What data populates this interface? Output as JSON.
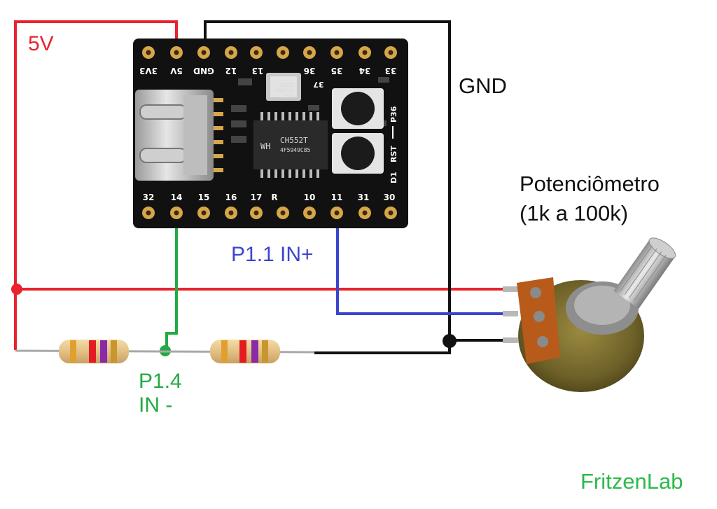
{
  "labels": {
    "supply": "5V",
    "ground": "GND",
    "potentiometer_line1": "Potenciômetro",
    "potentiometer_line2": "(1k a 100k)",
    "input_plus": "P1.1 IN+",
    "input_minus_line1": "P1.4",
    "input_minus_line2": "IN -",
    "brand": "FritzenLab"
  },
  "board": {
    "top_pins": [
      "3V3",
      "5V",
      "GND",
      "12",
      "13",
      "36",
      "35",
      "34",
      "33"
    ],
    "bottom_pins": [
      "32",
      "14",
      "15",
      "16",
      "17",
      "R",
      "10",
      "11",
      "31",
      "30"
    ],
    "chip_text_1": "CH552T",
    "chip_text_2": "4F5949C85",
    "crystal_text_1": "YXC",
    "crystal_text_2": "24.000",
    "crystal_text_3": "2356E",
    "side_text_1": "P36",
    "side_text_2": "RST",
    "side_text_3": "D1",
    "pin37_text": "37"
  },
  "colors": {
    "supply_wire": "#e8232d",
    "ground_wire": "#111111",
    "input_plus_wire": "#3c45cc",
    "input_minus_wire": "#22aa44",
    "board": "#111111",
    "pad_gold": "#d6a64a",
    "brand_text": "#2db84a"
  },
  "icons": {
    "connector": "usb-c-port-icon",
    "pot": "potentiometer-icon",
    "resistor": "resistor-icon"
  }
}
